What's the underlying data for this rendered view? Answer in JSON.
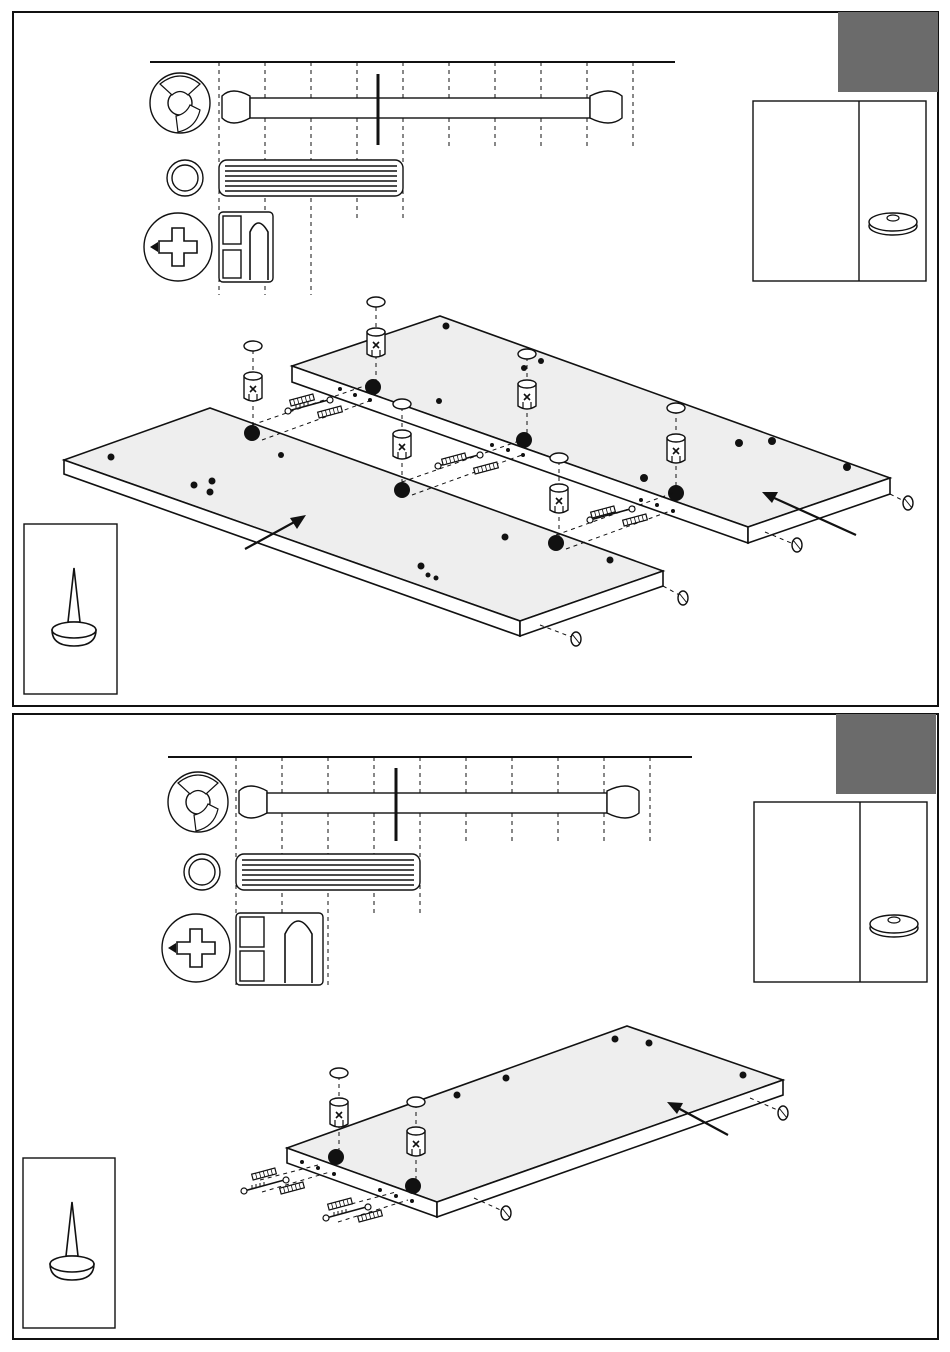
{
  "sheet": {
    "steps": [
      {
        "hardware_scale": [
          "cam-lock",
          "cam-dowel",
          "wood-dowel",
          "phillips-screwdriver",
          "nail-clip"
        ],
        "tool_box_icon": "felt-pad-icon",
        "side_box_icon": "tack-pin-icon",
        "panels": 2
      },
      {
        "hardware_scale": [
          "cam-lock",
          "cam-dowel",
          "wood-dowel",
          "phillips-screwdriver",
          "nail-clip"
        ],
        "tool_box_icon": "felt-pad-icon",
        "side_box_icon": "tack-pin-icon",
        "panels": 1
      }
    ],
    "colors": {
      "badge": "#6b6b6b",
      "panel": "#eeeeee",
      "ink": "#111111"
    }
  }
}
